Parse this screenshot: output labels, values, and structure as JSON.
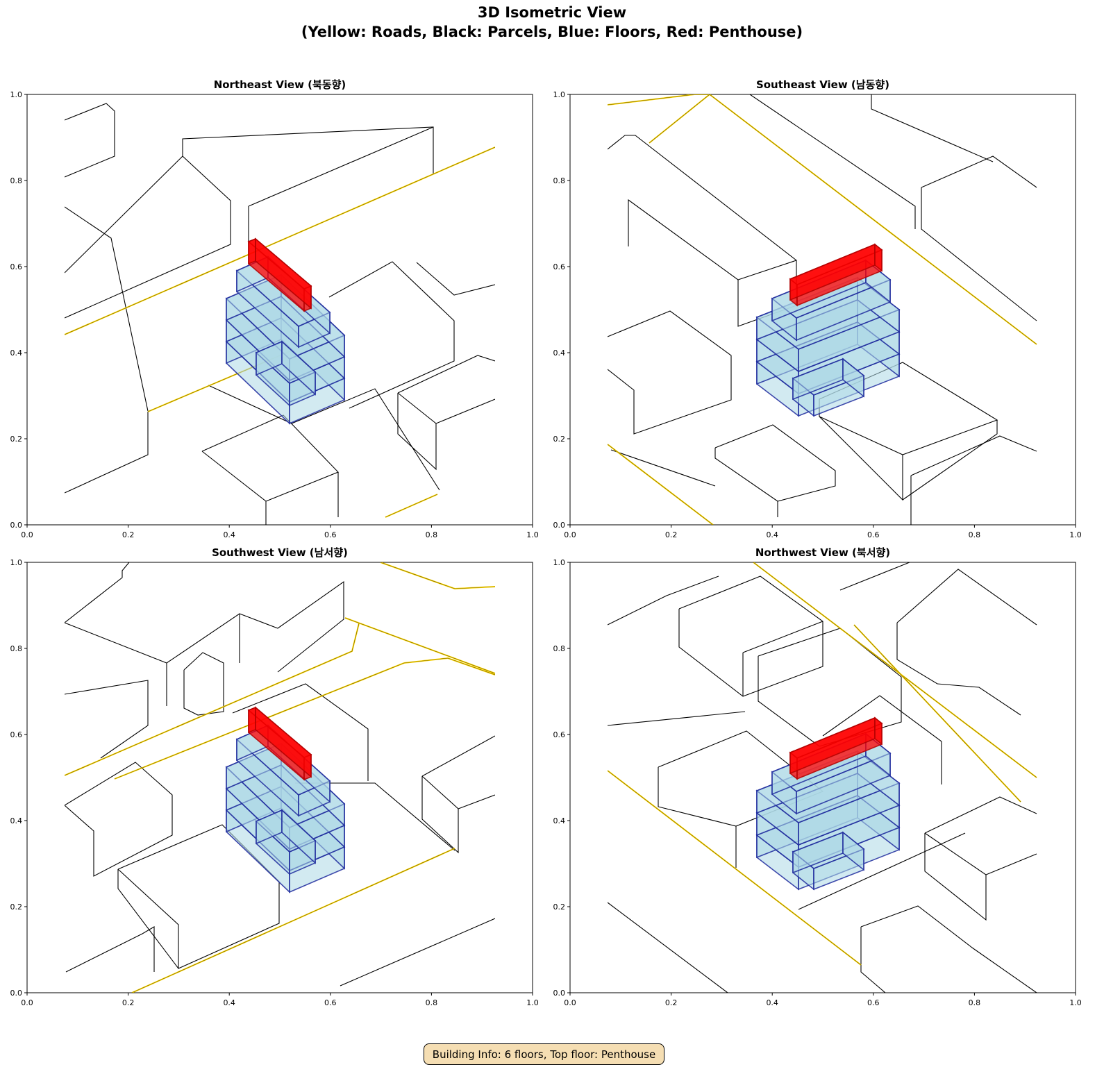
{
  "title_line1": "3D Isometric View",
  "title_line2": "(Yellow: Roads, Black: Parcels, Blue: Floors, Red: Penthouse)",
  "panels": [
    {
      "title": "Northeast View (북동향)"
    },
    {
      "title": "Southeast View (남동향)"
    },
    {
      "title": "Southwest View (남서향)"
    },
    {
      "title": "Northwest View (북서향)"
    }
  ],
  "ticks": [
    "0.0",
    "0.2",
    "0.4",
    "0.6",
    "0.8",
    "1.0"
  ],
  "info": "Building Info: 6 floors, Top floor: Penthouse",
  "colors": {
    "road": "#ffd700",
    "parcel": "#000000",
    "floor_fill": "#add8e6",
    "floor_edge": "#1f2a9e",
    "penthouse": "#ff0000"
  }
}
